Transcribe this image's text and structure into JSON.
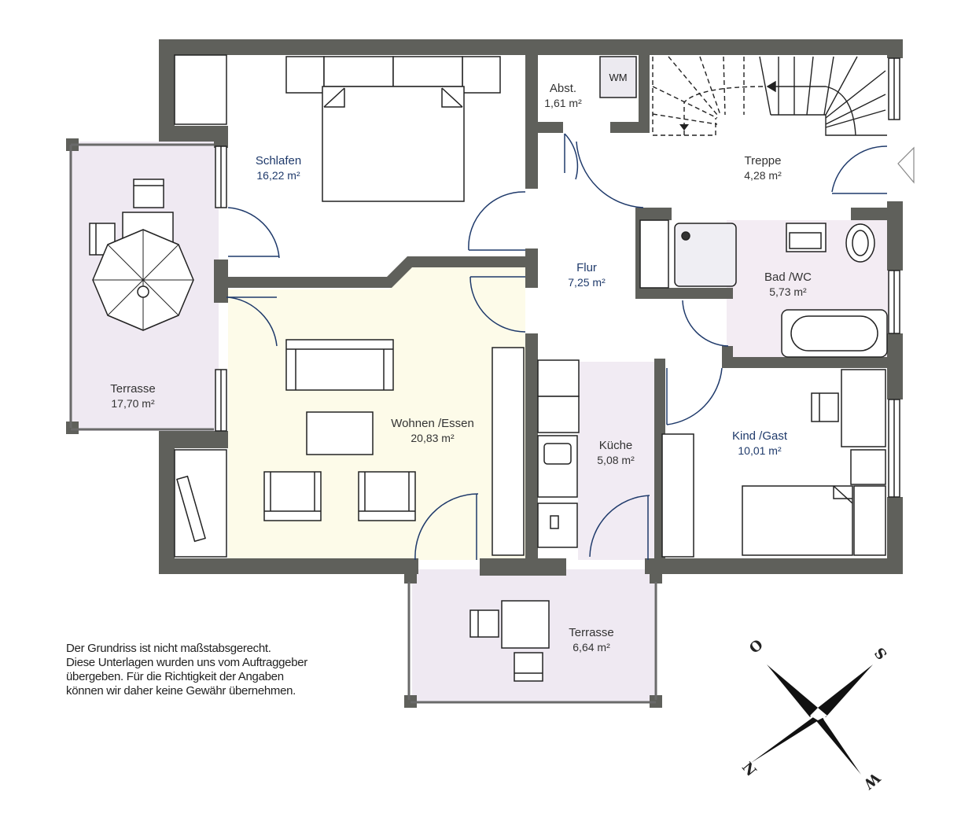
{
  "colors": {
    "wall": "#5f605b",
    "terrace_fill": "#efe9f2",
    "living_fill": "#fdfbe9",
    "bath_fill": "#f3ecf3",
    "kitchen_fill": "#f1ebf3",
    "label_blue": "#1f3a6b",
    "label_dark": "#333333"
  },
  "rooms": [
    {
      "name": "Schlafen",
      "area": "16,22 m²"
    },
    {
      "name": "Abst.",
      "area": "1,61 m²"
    },
    {
      "name": "Treppe",
      "area": "4,28 m²"
    },
    {
      "name": "Flur",
      "area": "7,25 m²"
    },
    {
      "name": "Bad /WC",
      "area": "5,73 m²"
    },
    {
      "name": "Terrasse",
      "area": "17,70 m²"
    },
    {
      "name": "Wohnen /Essen",
      "area": "20,83 m²"
    },
    {
      "name": "Küche",
      "area": "5,08 m²"
    },
    {
      "name": "Kind /Gast",
      "area": "10,01 m²"
    },
    {
      "name": "Terrasse",
      "area": "6,64 m²"
    }
  ],
  "appliance_labels": {
    "washing_machine": "WM"
  },
  "disclaimer": [
    "Der Grundriss ist nicht maßstabsgerecht.",
    "Diese Unterlagen wurden uns vom Auftraggeber",
    "übergeben. Für die Richtigkeit der Angaben",
    "können wir daher keine Gewähr übernehmen."
  ],
  "compass": {
    "top_left": "O",
    "top_right": "S",
    "bottom_left": "N",
    "bottom_right": "W"
  },
  "icons": {
    "entrance": "entrance-arrow-icon",
    "compass": "compass-rose-icon"
  }
}
